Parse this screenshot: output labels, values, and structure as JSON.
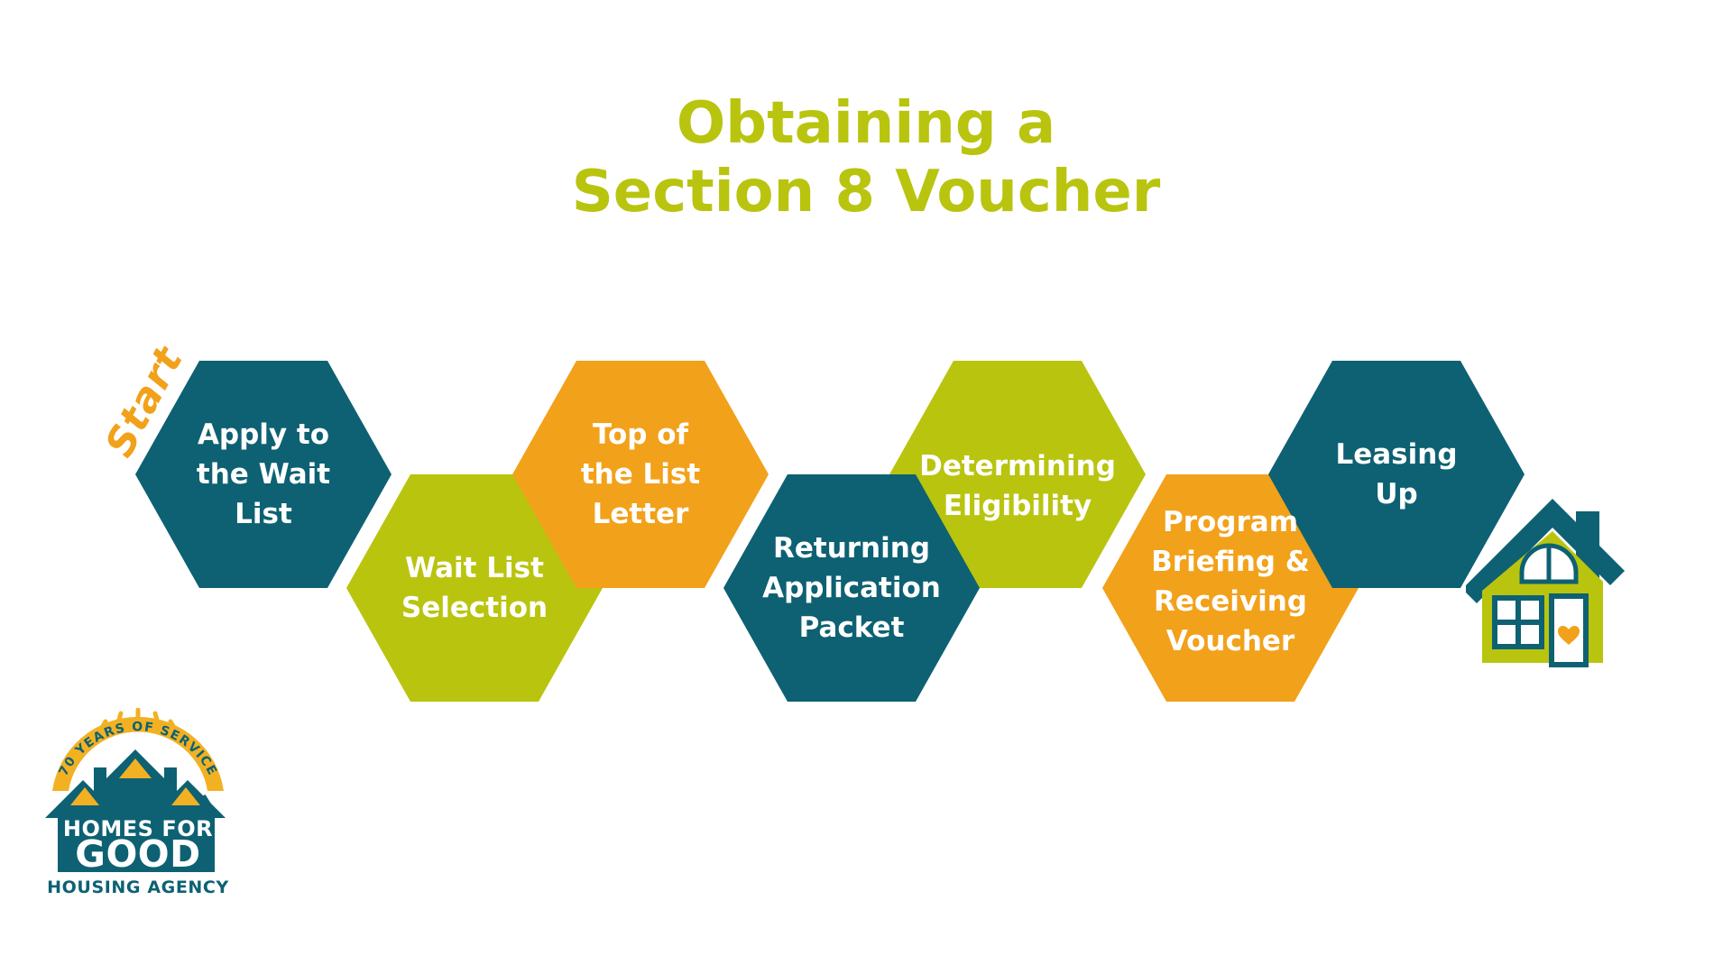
{
  "title": {
    "line1": "Obtaining a",
    "line2": "Section 8 Voucher",
    "color": "#b9c40f"
  },
  "start_marker": {
    "label": "Start",
    "color": "#f2a11a"
  },
  "palette": {
    "teal": "#0d6173",
    "green": "#b9c40f",
    "orange": "#f2a11a",
    "white": "#ffffff",
    "background": "#ffffff"
  },
  "flow": {
    "type": "process-flow",
    "shape": "hexagon",
    "step_count": 7,
    "steps": [
      {
        "index": 1,
        "label": "Apply to\nthe Wait\nList",
        "color": "#0d6173",
        "row": "upper"
      },
      {
        "index": 2,
        "label": "Wait List\nSelection",
        "color": "#b9c40f",
        "row": "lower"
      },
      {
        "index": 3,
        "label": "Top of\nthe List\nLetter",
        "color": "#f2a11a",
        "row": "upper"
      },
      {
        "index": 4,
        "label": "Returning\nApplication\nPacket",
        "color": "#0d6173",
        "row": "lower"
      },
      {
        "index": 5,
        "label": "Determining\nEligibility",
        "color": "#b9c40f",
        "row": "upper"
      },
      {
        "index": 6,
        "label": "Program\nBriefing &\nReceiving\nVoucher",
        "color": "#f2a11a",
        "row": "lower"
      },
      {
        "index": 7,
        "label": "Leasing\nUp",
        "color": "#0d6173",
        "row": "upper"
      }
    ]
  },
  "house_icon": {
    "name": "house-icon",
    "body_color": "#b9c40f",
    "roof_color": "#0d6173",
    "heart_color": "#f2a11a",
    "window_color": "#ffffff"
  },
  "logo": {
    "ribbon_text": "70 YEARS OF SERVICE",
    "name_line1": "HOMES FOR",
    "name_line2": "GOOD",
    "tagline": "HOUSING AGENCY",
    "ribbon_color": "#f2b123",
    "house_color": "#0d6173",
    "text_color": "#ffffff"
  }
}
